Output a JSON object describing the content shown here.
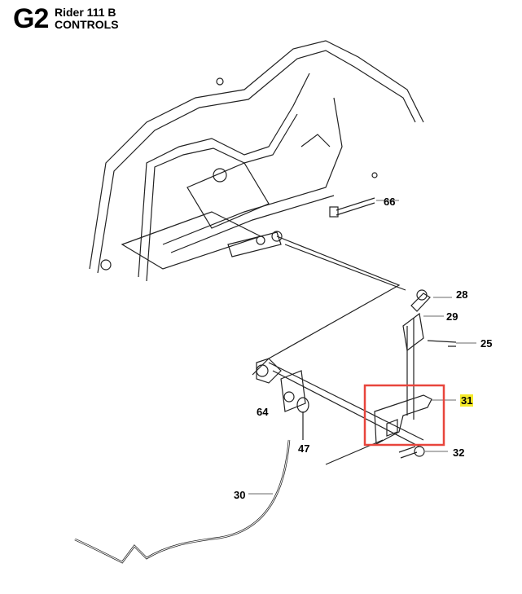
{
  "header": {
    "code": "G2",
    "model": "Rider 111 B",
    "section": "CONTROLS"
  },
  "parts": {
    "p66": "66",
    "p28": "28",
    "p29": "29",
    "p25": "25",
    "p31": "31",
    "p64": "64",
    "p47": "47",
    "p32": "32",
    "p30": "30"
  },
  "highlight": {
    "part": "31",
    "box_color": "#e8453c",
    "label_color": "#f5ea2a"
  }
}
